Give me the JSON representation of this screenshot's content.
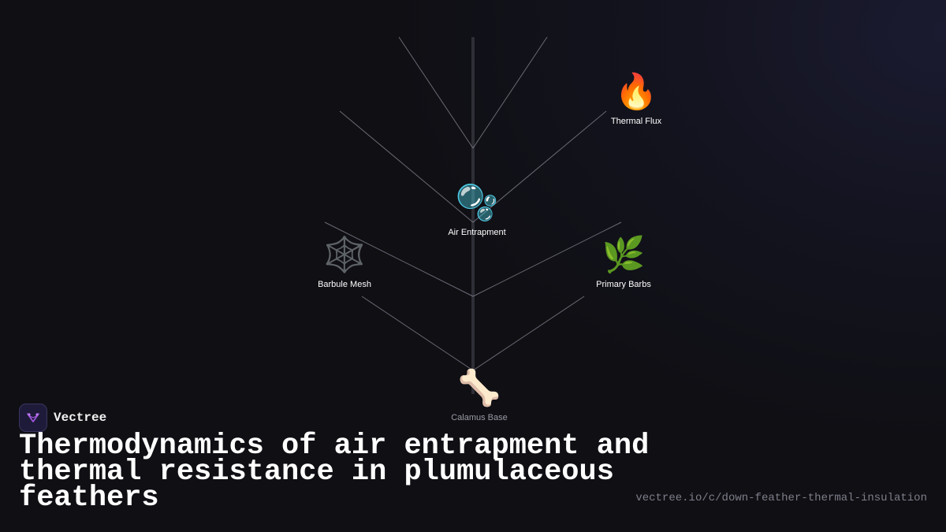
{
  "brand": {
    "name": "Vectree"
  },
  "title": "Thermodynamics of air entrapment and thermal resistance in plumulaceous feathers",
  "url": "vectree.io/c/down-feather-thermal-insulation",
  "nodes": [
    {
      "id": "thermal-flux",
      "emoji": "🔥",
      "label": "Thermal Flux",
      "icon": "fire-icon"
    },
    {
      "id": "air-entrapment",
      "emoji": "🫧",
      "label": "Air Entrapment",
      "icon": "bubbles-icon"
    },
    {
      "id": "barbule-mesh",
      "emoji": "🕸️",
      "label": "Barbule Mesh",
      "icon": "spiderweb-icon"
    },
    {
      "id": "primary-barbs",
      "emoji": "🌿",
      "label": "Primary Barbs",
      "icon": "herb-icon"
    },
    {
      "id": "calamus-base",
      "emoji": "🦴",
      "label": "Calamus Base",
      "icon": "bone-icon"
    }
  ],
  "colors": {
    "background": "#0f0f14",
    "accent": "#7b3fd0",
    "branch": "#8a8a95",
    "rachis": "#2e2e36"
  }
}
